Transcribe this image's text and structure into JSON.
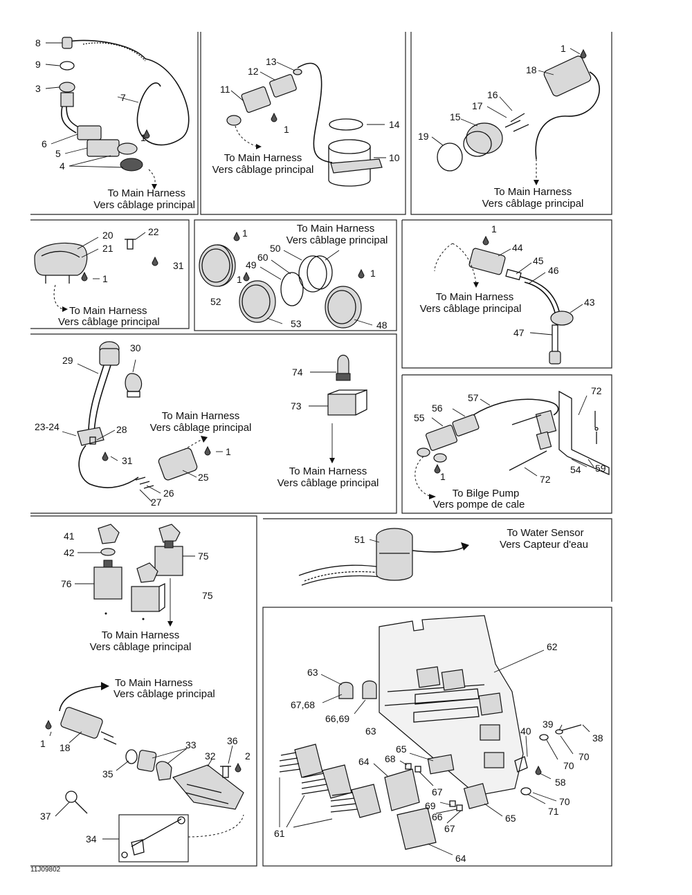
{
  "captions": {
    "to_main_harness": "To Main Harness",
    "vers_cablage": "Vers câblage principal",
    "to_bilge_pump": "To Bilge Pump",
    "vers_pompe": "Vers pompe de cale",
    "to_water_sensor": "To Water Sensor",
    "vers_capteur": "Vers Capteur d'eau"
  },
  "reference_code": "11J09802",
  "callouts": {
    "p1": {
      "c8": "8",
      "c9": "9",
      "c3": "3",
      "c7": "7",
      "c6": "6",
      "c5": "5",
      "c1": "1",
      "c4": "4"
    },
    "p2": {
      "c13": "13",
      "c12": "12",
      "c11": "11",
      "c1": "1",
      "c14": "14",
      "c10": "10"
    },
    "p3": {
      "c1": "1",
      "c18": "18",
      "c16": "16",
      "c17": "17",
      "c15": "15",
      "c19": "19"
    },
    "p4": {
      "c20": "20",
      "c21": "21",
      "c22": "22",
      "c31": "31",
      "c1": "1"
    },
    "p5": {
      "c1a": "1",
      "c50": "50",
      "c60": "60",
      "c49": "49",
      "c1b": "1",
      "c1c": "1",
      "c52": "52",
      "c53": "53",
      "c48": "48"
    },
    "p6": {
      "c1": "1",
      "c44": "44",
      "c45": "45",
      "c46": "46",
      "c43": "43",
      "c47": "47"
    },
    "p7": {
      "c29": "29",
      "c30": "30",
      "c23": "23-24",
      "c28": "28",
      "c31": "31",
      "c1": "1",
      "c25": "25",
      "c26": "26",
      "c27": "27",
      "c74": "74",
      "c73": "73"
    },
    "p8": {
      "c57": "57",
      "c56": "56",
      "c55": "55",
      "c72a": "72",
      "c1": "1",
      "c54": "54",
      "c59": "59",
      "c72b": "72"
    },
    "p9": {
      "c41": "41",
      "c42": "42",
      "c75a": "75",
      "c76": "76",
      "c75b": "75"
    },
    "p10": {
      "c51": "51"
    },
    "p11": {
      "c1": "1",
      "c18": "18",
      "c33": "33",
      "c36": "36",
      "c2": "2",
      "c32": "32",
      "c35": "35",
      "c37": "37",
      "c34": "34"
    },
    "p12": {
      "c62": "62",
      "c63a": "63",
      "c6768a": "67,68",
      "c6669": "66,69",
      "c63b": "63",
      "c39": "39",
      "c38": "38",
      "c40": "40",
      "c70a": "70",
      "c70b": "70",
      "c65a": "65",
      "c68": "68",
      "c64a": "64",
      "c67a": "67",
      "c58": "58",
      "c70c": "70",
      "c71": "71",
      "c69": "69",
      "c66": "66",
      "c67b": "67",
      "c65b": "65",
      "c61": "61",
      "c64b": "64"
    }
  }
}
